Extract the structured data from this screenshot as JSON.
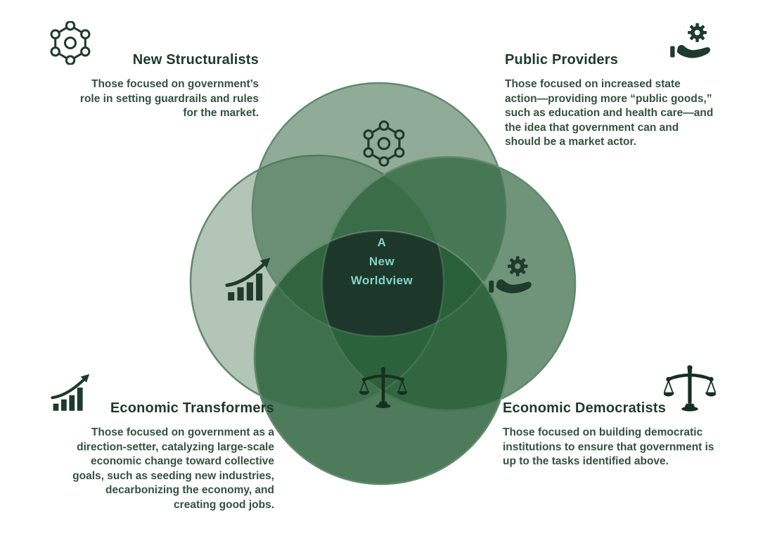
{
  "venn": {
    "center_label": {
      "lines": [
        "A",
        "New",
        "Worldview"
      ]
    },
    "sections": [
      {
        "id": "new-structuralists",
        "position": "top-left",
        "icon": "molecule-icon",
        "title": "New Structuralists",
        "lines": [
          "Those focused on government’s",
          "role in setting guardrails and rules",
          "for the market."
        ]
      },
      {
        "id": "public-providers",
        "position": "top-right",
        "icon": "hand-holding-gear-icon",
        "title": "Public Providers",
        "lines": [
          "Those focused on increased state",
          "action—providing more “public goods,”",
          "such as education and health care—and",
          "the idea that government can and",
          "should be a market actor."
        ]
      },
      {
        "id": "economic-transformers",
        "position": "bottom-left",
        "icon": "growth-chart-icon",
        "title": "Economic Transformers",
        "lines": [
          "Those focused on government as a",
          "direction-setter, catalyzing large-scale",
          "economic change toward collective",
          "goals, such as seeding new industries,",
          "decarbonizing the economy, and",
          "creating good jobs."
        ]
      },
      {
        "id": "economic-democratists",
        "position": "bottom-right",
        "icon": "scales-icon",
        "title": "Economic Democratists",
        "lines": [
          "Those focused on building democratic",
          "institutions to ensure that government is",
          "up to the tasks identified above."
        ]
      }
    ],
    "colors": {
      "circle_base": "#225a32",
      "circle_opacities": [
        0.35,
        0.5,
        0.65,
        0.8
      ],
      "circle_stroke": "#527b5e",
      "center_star": "#1d382a",
      "center_text": "#84d3ca",
      "heading_text": "#1c3b2b",
      "body_text": "#345240",
      "background": "#ffffff"
    }
  }
}
